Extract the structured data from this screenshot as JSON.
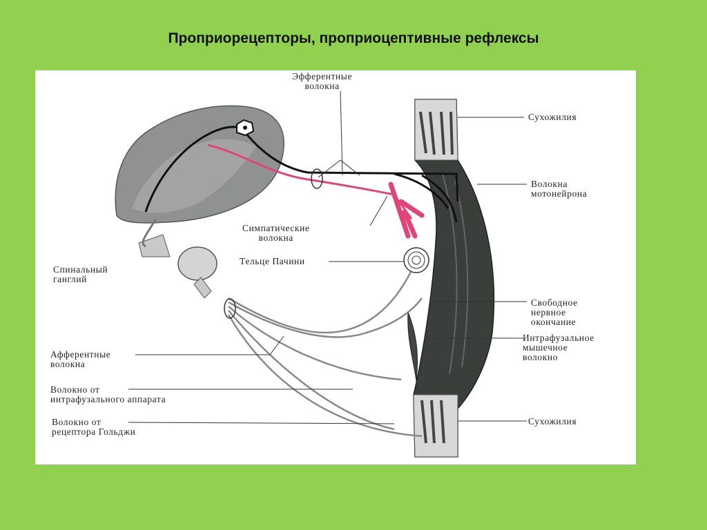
{
  "slide": {
    "title": "Проприорецепторы, проприоцептивные рефлексы"
  },
  "labels": {
    "efferent": [
      "Эфферентные",
      "волокна"
    ],
    "tendon_top": "Сухожилия",
    "motoneuron": [
      "Волокна",
      "мотонейрона"
    ],
    "sympathetic": [
      "Симпатические",
      "волокна"
    ],
    "pacini": "Тельце Пачини",
    "ganglion": [
      "Спинальный",
      "ганглий"
    ],
    "free_ending": [
      "Свободное",
      "нервное",
      "окончание"
    ],
    "intrafusal": [
      "Интрафузальное",
      "мышечное",
      "волокно"
    ],
    "afferent": [
      "Афферентные",
      "волокна"
    ],
    "intrafusal_fiber": [
      "Волокно от",
      "интрафузального аппарата"
    ],
    "golgi": [
      "Волокно от",
      "рецептора Гольджи"
    ],
    "tendon_bottom": "Сухожилия"
  },
  "colors": {
    "background": "#92d050",
    "panel": "#ffffff",
    "muscle": "#3a3f3c",
    "nerve": "#111111",
    "sympathetic": "#e0457a",
    "spinal_cord": "#8f9290"
  }
}
